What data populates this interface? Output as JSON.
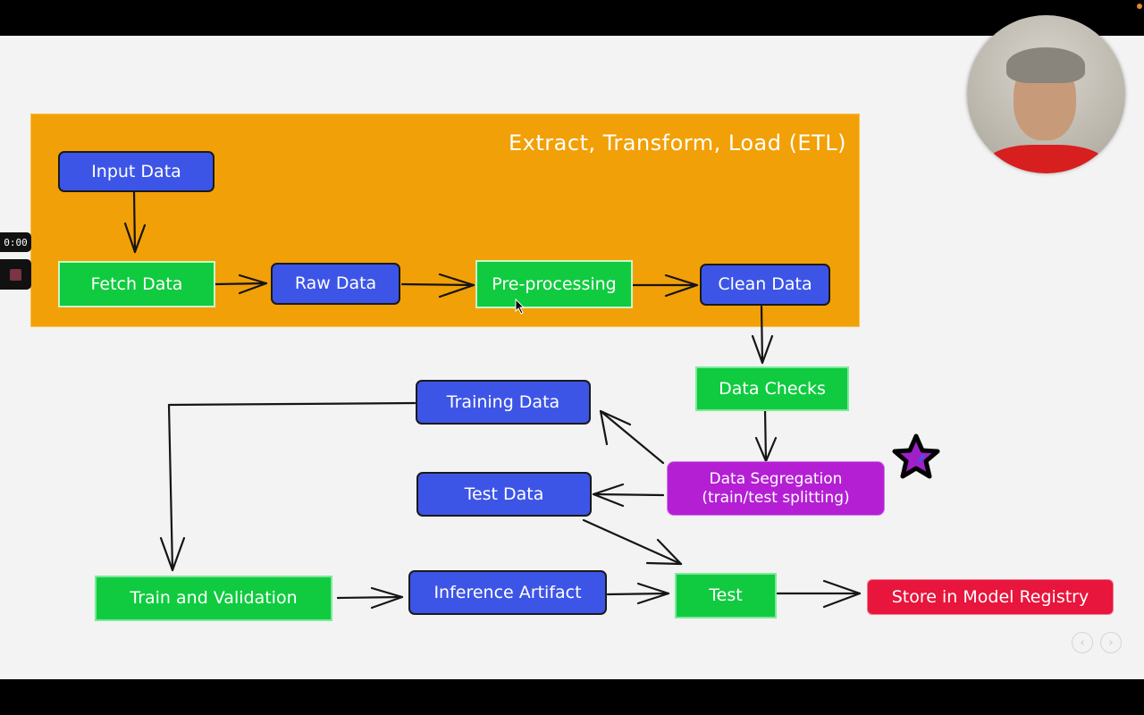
{
  "recording": {
    "timer": "0:00",
    "stop_icon": "stop-square-icon"
  },
  "etl_group": {
    "title": "Extract, Transform, Load (ETL)",
    "color": "#f2a007"
  },
  "nodes": {
    "input_data": "Input Data",
    "fetch_data": "Fetch Data",
    "raw_data": "Raw Data",
    "pre_processing": "Pre-processing",
    "clean_data": "Clean Data",
    "data_checks": "Data Checks",
    "data_segregation_line1": "Data Segregation",
    "data_segregation_line2": "(train/test splitting)",
    "training_data": "Training Data",
    "test_data": "Test Data",
    "train_and_validation": "Train and Validation",
    "inference_artifact": "Inference Artifact",
    "test": "Test",
    "store_in_model_registry": "Store in Model Registry"
  },
  "colors": {
    "blue_node": "#3d55e6",
    "green_node": "#10cb3f",
    "purple_node": "#b41fd4",
    "red_node": "#e8153c",
    "star": "#a020c8"
  },
  "edges": [
    {
      "from": "Input Data",
      "to": "Fetch Data"
    },
    {
      "from": "Fetch Data",
      "to": "Raw Data"
    },
    {
      "from": "Raw Data",
      "to": "Pre-processing"
    },
    {
      "from": "Pre-processing",
      "to": "Clean Data"
    },
    {
      "from": "Clean Data",
      "to": "Data Checks"
    },
    {
      "from": "Data Checks",
      "to": "Data Segregation"
    },
    {
      "from": "Data Segregation",
      "to": "Training Data"
    },
    {
      "from": "Data Segregation",
      "to": "Test Data"
    },
    {
      "from": "Training Data",
      "to": "Train and Validation"
    },
    {
      "from": "Train and Validation",
      "to": "Inference Artifact"
    },
    {
      "from": "Inference Artifact",
      "to": "Test"
    },
    {
      "from": "Test Data",
      "to": "Test"
    },
    {
      "from": "Test",
      "to": "Store in Model Registry"
    }
  ],
  "navigation": {
    "prev_icon": "chevron-left-icon",
    "next_icon": "chevron-right-icon",
    "prev_glyph": "‹",
    "next_glyph": "›"
  },
  "webcam": {
    "label": "presenter-webcam"
  }
}
